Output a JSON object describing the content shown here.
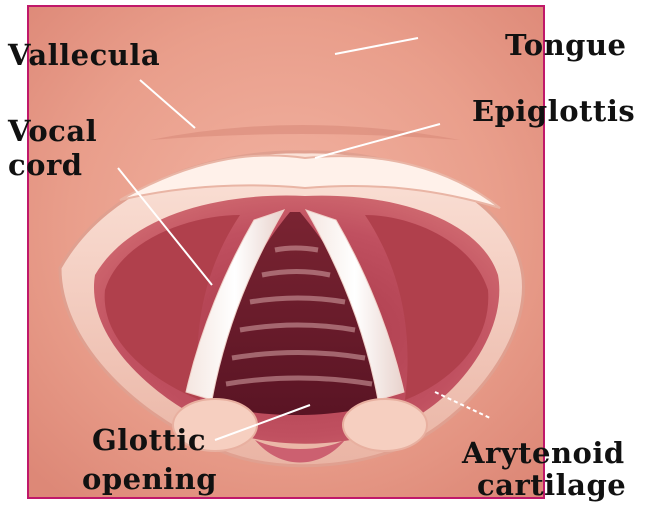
{
  "labels": {
    "vallecula": "Vallecula",
    "tongue": "Tongue",
    "epiglottis": "Epiglottis",
    "vocal_line1": "Vocal",
    "vocal_line2": "cord",
    "glottic_line1": "Glottic",
    "glottic_line2": "opening",
    "arytenoid_line1": "Arytenoid",
    "arytenoid_line2": "cartilage"
  },
  "colors": {
    "background_tissue": "#e8a08f",
    "border": "#c0186a",
    "label_text": "#111111",
    "leader_line": "#ffffff"
  }
}
